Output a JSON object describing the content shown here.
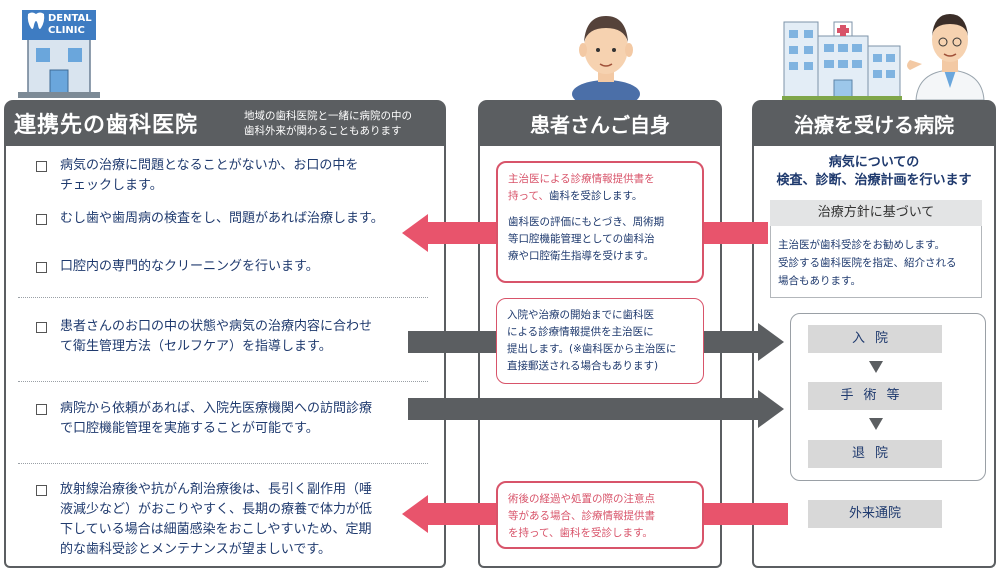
{
  "clinic_icon": {
    "sign_line1": "DENTAL",
    "sign_line2": "CLINIC"
  },
  "left": {
    "title": "連携先の歯科医院",
    "subtitle_line1": "地域の歯科医院と一緒に病院の中の",
    "subtitle_line2": "歯科外来が関わることもあります",
    "items": [
      {
        "lines": [
          "病気の治療に問題となることがないか、お口の中を",
          "チェックします。"
        ]
      },
      {
        "lines": [
          "むし歯や歯周病の検査をし、問題があれば治療します。"
        ]
      },
      {
        "lines": [
          "口腔内の専門的なクリーニングを行います。"
        ]
      },
      {
        "lines": [
          "患者さんのお口の中の状態や病気の治療内容に合わせ",
          "て衛生管理方法（セルフケア）を指導します。"
        ]
      },
      {
        "lines": [
          "病院から依頼があれば、入院先医療機関への訪問診療",
          "で口腔機能管理を実施することが可能です。"
        ]
      },
      {
        "lines": [
          "放射線治療後や抗がん剤治療後は、長引く副作用（唾",
          "液減少など）がおこりやすく、長期の療養で体力が低",
          "下している場合は細菌感染をおこしやすいため、定期",
          "的な歯科受診とメンテナンスが望ましいです。"
        ]
      }
    ]
  },
  "middle": {
    "title": "患者さんご自身",
    "box1": {
      "highlight_line1": "主治医による診療情報提供書を",
      "highlight_line2": "持って、",
      "line2_rest": "歯科を受診します。",
      "body": [
        "歯科医の評価にもとづき、周術期",
        "等口腔機能管理としての歯科治",
        "療や口腔衛生指導を受けます。"
      ]
    },
    "box2": {
      "lines": [
        "入院や治療の開始までに歯科医",
        "による診療情報提供を主治医に",
        "提出します。(※歯科医から主治医に",
        "直接郵送される場合もあります)"
      ]
    },
    "box3": {
      "line1": "術後の経過や処置の際の注意点",
      "line2": "等がある場合、診療情報提供書",
      "line3": "を持って、歯科を受診します。"
    }
  },
  "right": {
    "title": "治療を受ける病院",
    "heading_line1": "病気についての",
    "heading_line2": "検査、診断、治療計画を行います",
    "policy_header": "治療方針に基づいて",
    "policy_lines": [
      "主治医が歯科受診をお勧めします。",
      "受診する歯科医院を指定、紹介される",
      "場合もあります。"
    ],
    "steps": [
      "入院",
      "手術等",
      "退院"
    ],
    "outpatient": "外来通院"
  },
  "colors": {
    "pink": "#e8546c",
    "gray": "#5b5e61",
    "navy": "#1f3a6e"
  }
}
